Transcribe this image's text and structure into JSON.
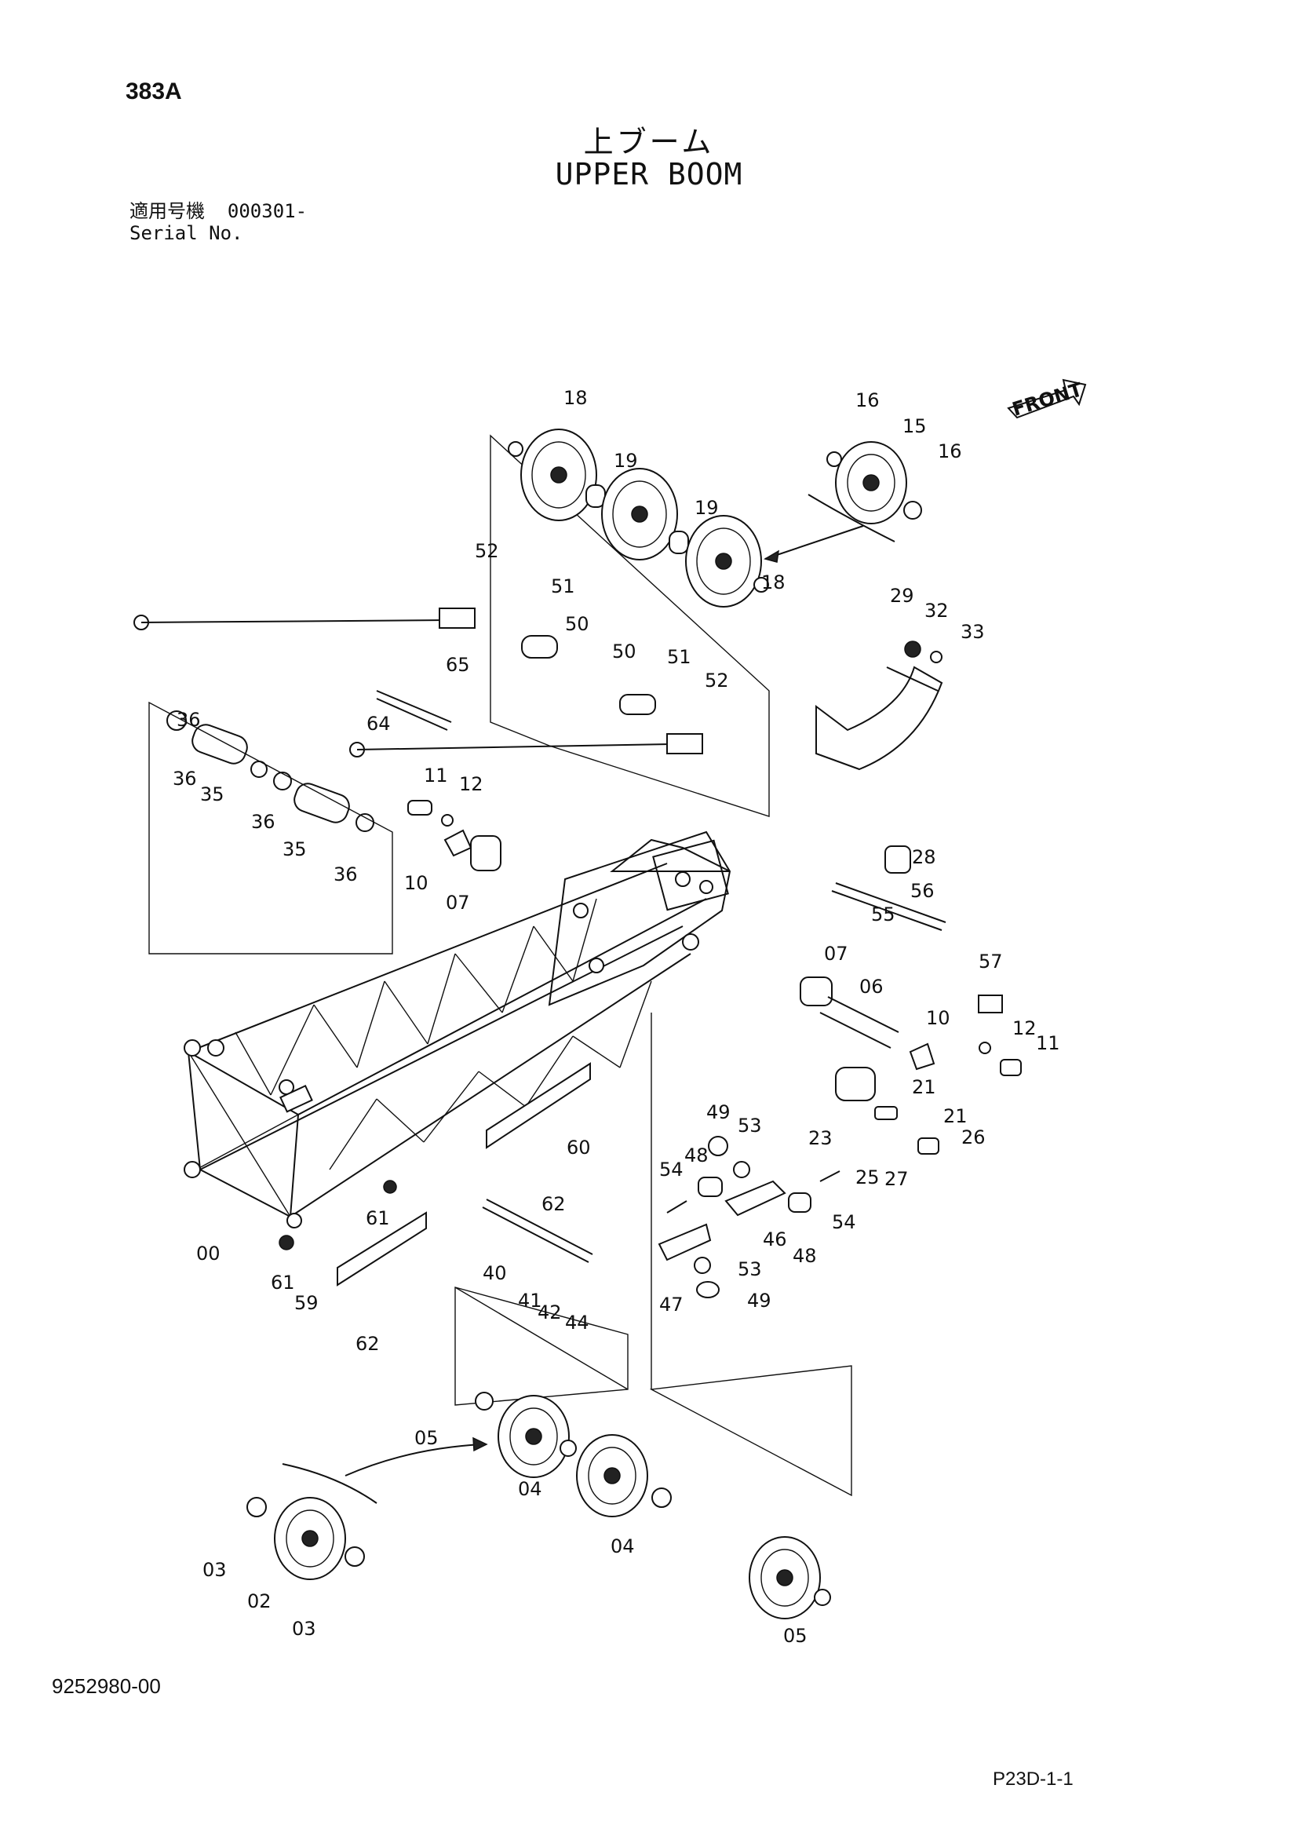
{
  "header": {
    "page_code": "383A",
    "title_jp": "上ブーム",
    "title_en": "UPPER BOOM",
    "serial_label_jp": "適用号機",
    "serial_value": "000301-",
    "serial_label_en": "Serial No."
  },
  "direction_label": "FRONT",
  "callouts": [
    "00",
    "02",
    "03",
    "03",
    "04",
    "04",
    "05",
    "05",
    "06",
    "07",
    "07",
    "10",
    "10",
    "11",
    "11",
    "12",
    "12",
    "15",
    "16",
    "16",
    "18",
    "18",
    "19",
    "19",
    "21",
    "21",
    "23",
    "25",
    "26",
    "27",
    "28",
    "29",
    "32",
    "33",
    "35",
    "35",
    "36",
    "36",
    "36",
    "36",
    "40",
    "41",
    "42",
    "44",
    "46",
    "47",
    "48",
    "48",
    "49",
    "49",
    "50",
    "50",
    "51",
    "51",
    "52",
    "52",
    "53",
    "53",
    "54",
    "54",
    "55",
    "56",
    "57",
    "59",
    "60",
    "61",
    "61",
    "62",
    "62",
    "64",
    "65"
  ],
  "footer": {
    "doc_number": "9252980-00",
    "page_ref": "P23D-1-1"
  }
}
